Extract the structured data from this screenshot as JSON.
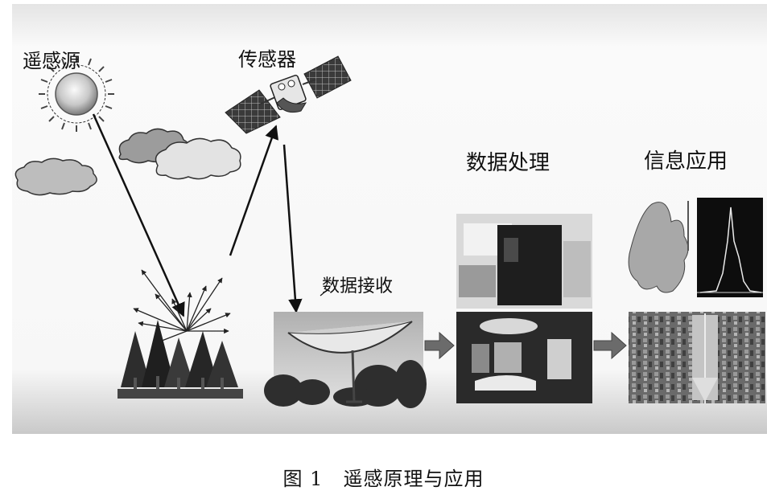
{
  "labels": {
    "source": "遥感源",
    "sensor": "传感器",
    "data_receive": "数据接收",
    "data_processing": "数据处理",
    "info_application": "信息应用"
  },
  "caption": "图 1　遥感原理与应用",
  "icons": [
    "sun-icon",
    "cloud-icon",
    "satellite-icon",
    "trees-icon",
    "antenna-icon",
    "server-icon",
    "map-icon",
    "histogram-icon"
  ]
}
